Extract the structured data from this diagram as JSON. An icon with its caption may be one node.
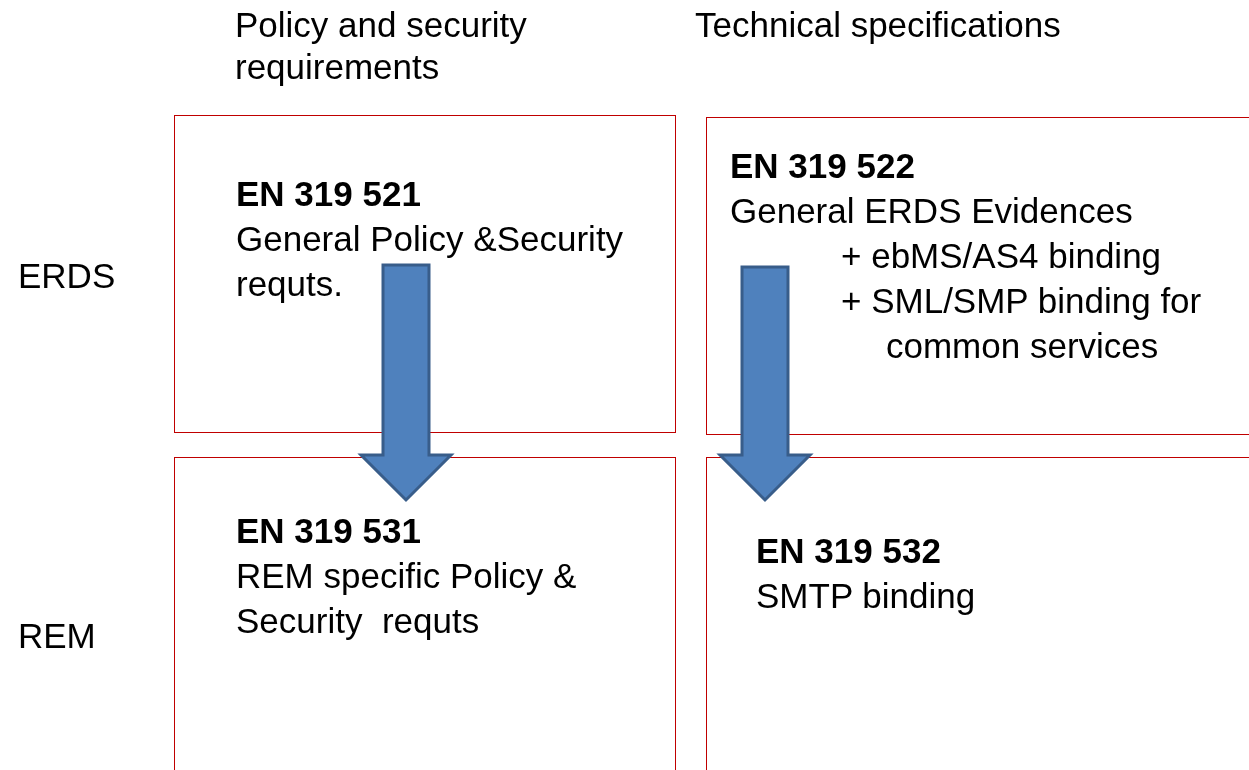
{
  "diagram": {
    "nodes": [
      {
        "text": [
          "EN 319 521",
          "General Policy &Security requts."
        ]
      },
      {
        "text": [
          "EN 319 522",
          "General ERDS Evidences",
          "+ ebMS/AS4 binding",
          "+ SML/SMP binding for common services"
        ]
      },
      {
        "text": [
          "EN 319 531",
          "REM specific Policy & Security  requts"
        ]
      },
      {
        "text": [
          "EN 319 532",
          "SMTP binding"
        ]
      }
    ],
    "edges": [
      {
        "from": 0,
        "to": 2,
        "arrow": "to",
        "style": "thick"
      },
      {
        "from": 1,
        "to": 3,
        "arrow": "to",
        "style": "thick"
      }
    ],
    "labels": [
      "Policy and security requirements",
      "Technical specifications",
      "ERDS",
      "REM"
    ]
  }
}
